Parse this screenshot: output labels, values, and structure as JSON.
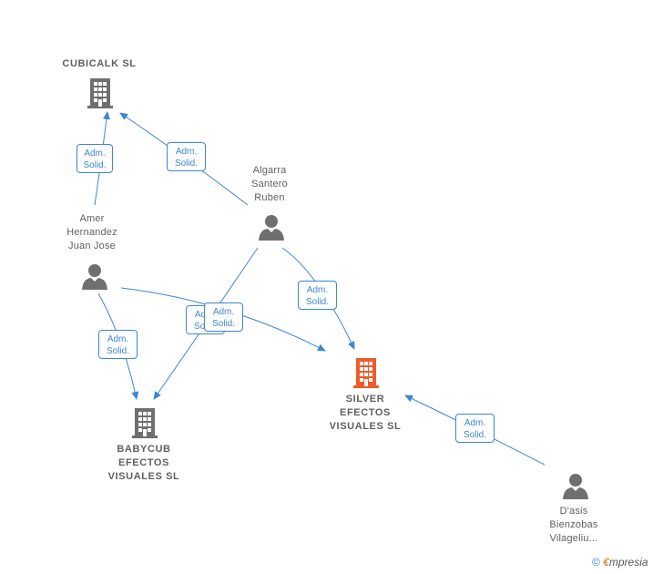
{
  "nodes": {
    "cubicalk": {
      "name": "CUBICALK  SL",
      "type": "company"
    },
    "silver": {
      "name_lines": [
        "SILVER",
        "EFECTOS",
        "VISUALES  SL"
      ],
      "type": "company-focus"
    },
    "babycub": {
      "name_lines": [
        "BABYCUB",
        "EFECTOS",
        "VISUALES  SL"
      ],
      "type": "company"
    },
    "algarra": {
      "name_lines": [
        "Algarra",
        "Santero",
        "Ruben"
      ],
      "type": "person"
    },
    "amer": {
      "name_lines": [
        "Amer",
        "Hernandez",
        "Juan Jose"
      ],
      "type": "person"
    },
    "dasis": {
      "name_lines": [
        "D'asis",
        "Bienzobas",
        "Vilageliu..."
      ],
      "type": "person"
    }
  },
  "edges": [
    {
      "from": "amer",
      "to": "cubicalk",
      "label": [
        "Adm.",
        "Solid."
      ]
    },
    {
      "from": "algarra",
      "to": "cubicalk",
      "label": [
        "Adm.",
        "Solid."
      ]
    },
    {
      "from": "algarra",
      "to": "silver",
      "label": [
        "Adm.",
        "Solid."
      ]
    },
    {
      "from": "amer",
      "to": "babycub",
      "label": [
        "Adm.",
        "Solid."
      ]
    },
    {
      "from": "amer",
      "to": "silver",
      "label": [
        "Adm.",
        "Solid."
      ]
    },
    {
      "from": "algarra",
      "to": "babycub",
      "label": [
        "Adm.",
        "Solid."
      ]
    },
    {
      "from": "dasis",
      "to": "silver",
      "label": [
        "Adm.",
        "Solid."
      ]
    }
  ],
  "colors": {
    "edge": "#3d85d6",
    "company": "#6f6f6f",
    "focus": "#f05a28",
    "person": "#6f6f6f"
  },
  "footer": {
    "copyright": "©",
    "brand_e": "€",
    "brand_rest": "mpresia"
  }
}
